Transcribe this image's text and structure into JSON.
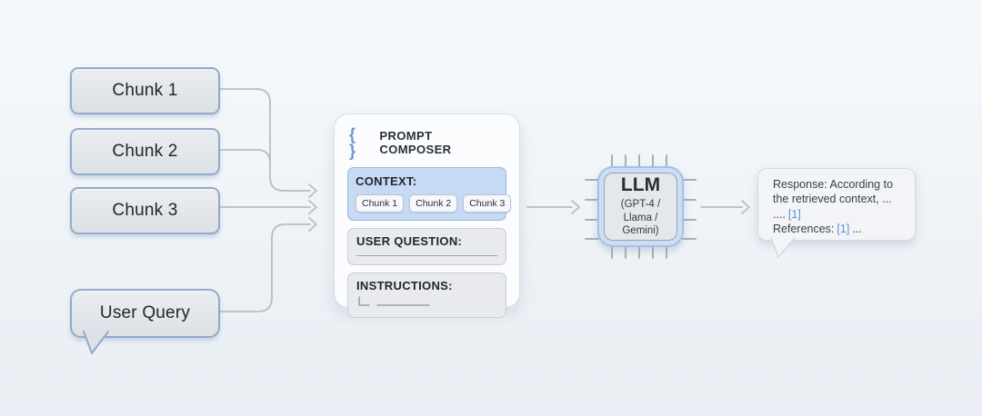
{
  "diagram": {
    "chunks": [
      "Chunk 1",
      "Chunk 2",
      "Chunk 3"
    ],
    "user_query": "User Query",
    "composer": {
      "icon": "{ }",
      "title": "PROMPT COMPOSER",
      "context_label": "CONTEXT:",
      "context_chips": [
        "Chunk 1",
        "Chunk 2",
        "Chunk 3"
      ],
      "user_question_label": "USER QUESTION:",
      "instructions_label": "INSTRUCTIONS:"
    },
    "llm": {
      "title": "LLM",
      "subtitle": [
        "(GPT-4 /",
        "Llama /",
        "Gemini)"
      ]
    },
    "response": {
      "line1": "Response: According to",
      "line2": "the retrieved context, ...",
      "line3_dots": "....",
      "citation": "[1]",
      "line4_label": "References:",
      "line4_tail": "..."
    },
    "colors": {
      "accent_blue": "#6b95cf",
      "context_fill": "#c7daf3",
      "context_border": "#9bb8e0",
      "node_border": "#93aacb",
      "arrow_gray": "#b7bdc6",
      "citation_blue": "#5e8fcd"
    }
  }
}
